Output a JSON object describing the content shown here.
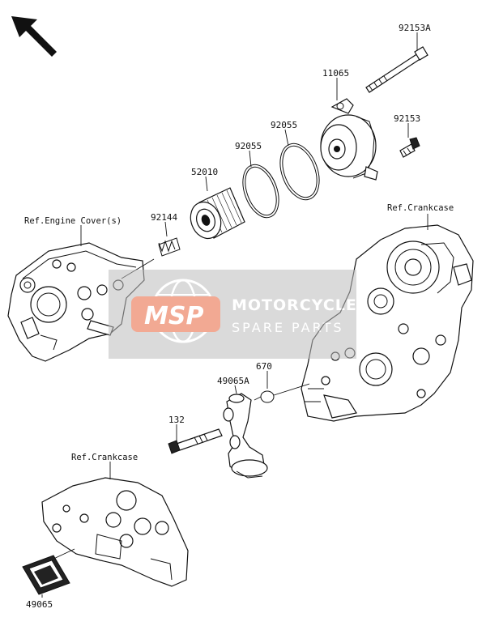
{
  "callouts": {
    "p92153A": "92153A",
    "p11065": "11065",
    "p92153": "92153",
    "p92055a": "92055",
    "p92055b": "92055",
    "p52010": "52010",
    "p92144": "92144",
    "p670": "670",
    "p49065A": "49065A",
    "p132": "132",
    "p49065": "49065"
  },
  "references": {
    "engine_cover": "Ref.Engine Cover(s)",
    "crankcase_right": "Ref.Crankcase",
    "crankcase_left": "Ref.Crankcase"
  },
  "watermark": {
    "logo": "MSP",
    "line1": "MOTORCYCLE",
    "line2": "SPARE PARTS",
    "accent_color": "#e8643c",
    "panel_color": "#bdbdbd"
  },
  "icons": {
    "direction": "front-direction-arrow-icon"
  }
}
